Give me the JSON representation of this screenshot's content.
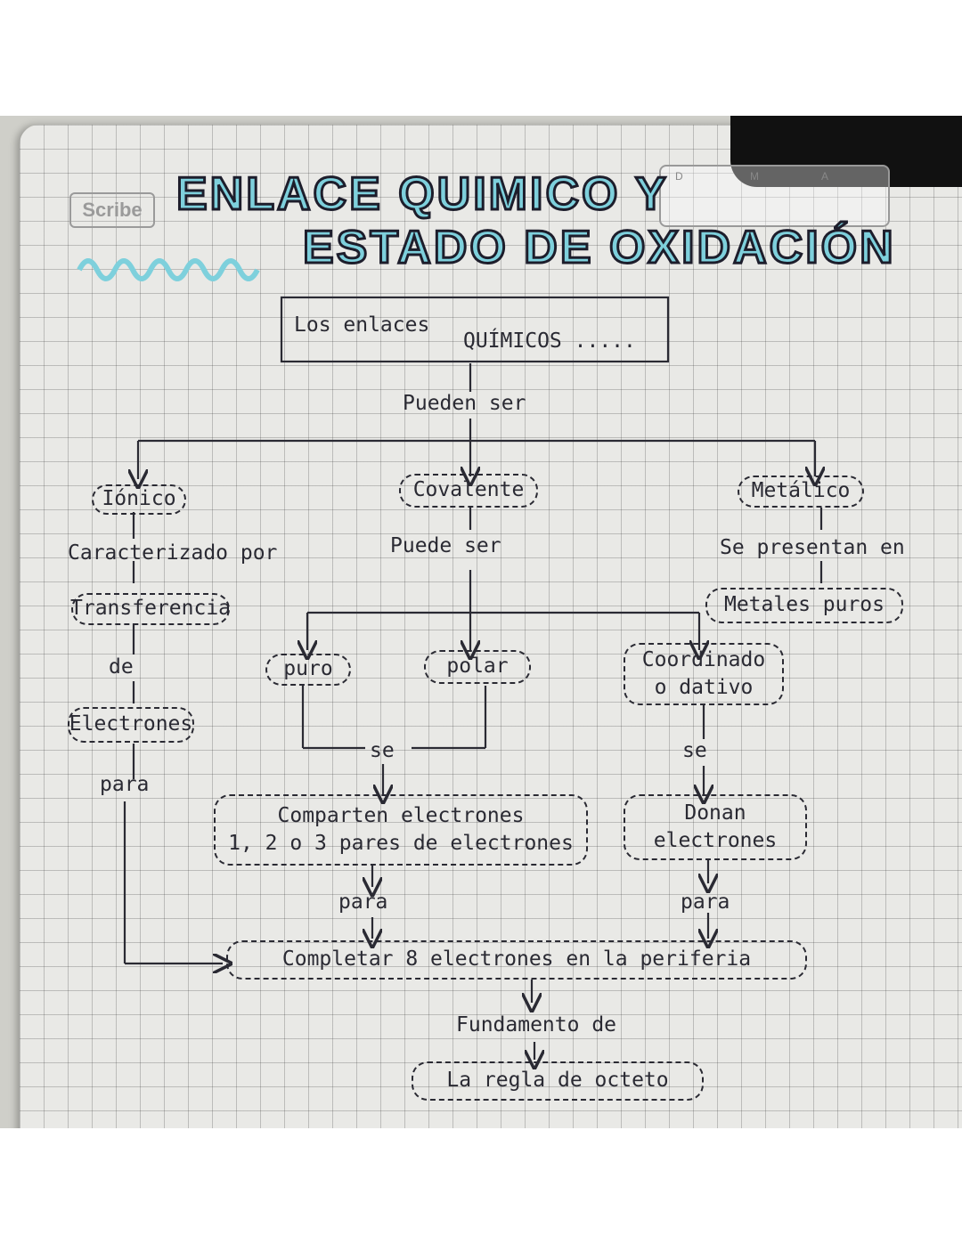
{
  "brand": "Scribe",
  "date_labels": [
    "D",
    "M",
    "A"
  ],
  "title": {
    "line1": "ENLACE QUIMICO Y",
    "line2": "ESTADO DE OXIDACIÓN"
  },
  "root": {
    "line1": "Los enlaces",
    "line2": "QUÍMICOS ....."
  },
  "labels": {
    "pueden_ser": "Pueden ser",
    "caracterizado": "Caracterizado por",
    "puede_ser": "Puede ser",
    "se_presentan": "Se presentan en",
    "de": "de",
    "para_left": "para",
    "se_mid": "se",
    "se_right": "se",
    "para_mid": "para",
    "para_right": "para",
    "fundamento": "Fundamento de"
  },
  "nodes": {
    "ionico": "Iónico",
    "covalente": "Covalente",
    "metalico": "Metálico",
    "transferencia": "Transferencia",
    "metales_puros": "Metales puros",
    "electrones": "Electrones",
    "puro": "puro",
    "polar": "polar",
    "coordinado": "Coordinado\no dativo",
    "comparten": "Comparten electrones\n1, 2 o 3 pares de electrones",
    "donan": "Donan\nelectrones",
    "completar": "Completar 8 electrones en la periferia",
    "regla": "La regla de octeto"
  },
  "colors": {
    "title_fill": "#7ed0dc",
    "ink": "#2a2a33",
    "grid_paper": "#e9e9e6"
  }
}
